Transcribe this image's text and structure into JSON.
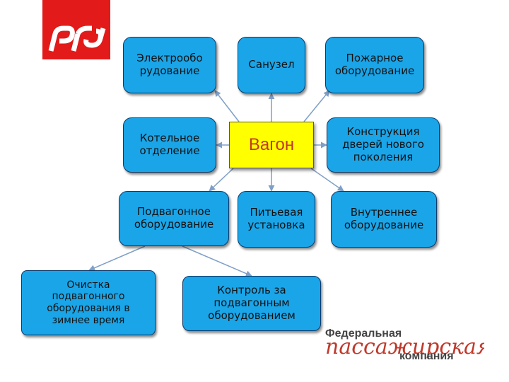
{
  "logos": {
    "rzd": "РЖД",
    "fpc_top": "Федеральная",
    "fpc_script": "пассажирская",
    "fpc_bottom": "компания"
  },
  "colors": {
    "node_fill": "#1aa5e8",
    "node_border": "#0a3a6a",
    "center_fill": "#ffff00",
    "center_text": "#c0392b",
    "connector": "#7f9fc7",
    "logo_red": "#e21a1a",
    "script_red": "#c0392b"
  },
  "diagram": {
    "center": "Вагон",
    "nodes": [
      {
        "id": "electro",
        "label": "Электрообо\nрудование"
      },
      {
        "id": "sanuzel",
        "label": "Санузел"
      },
      {
        "id": "fire",
        "label": "Пожарное\nоборудование"
      },
      {
        "id": "boiler",
        "label": "Котельное\nотделение"
      },
      {
        "id": "doors",
        "label": "Конструкция\nдверей нового\nпоколения"
      },
      {
        "id": "undercar",
        "label": "Подвагонное\nоборудование"
      },
      {
        "id": "water",
        "label": "Питьевая\nустановка"
      },
      {
        "id": "interior",
        "label": "Внутреннее\nоборудование"
      },
      {
        "id": "winter",
        "label": "Очистка\nподвагонного\nоборудования в\nзимнее время"
      },
      {
        "id": "control",
        "label": "Контроль за\nподвагонным\nоборудованием"
      }
    ],
    "edges": [
      [
        "center",
        "electro"
      ],
      [
        "center",
        "sanuzel"
      ],
      [
        "center",
        "fire"
      ],
      [
        "center",
        "boiler"
      ],
      [
        "center",
        "doors"
      ],
      [
        "center",
        "undercar"
      ],
      [
        "center",
        "water"
      ],
      [
        "center",
        "interior"
      ],
      [
        "undercar",
        "winter"
      ],
      [
        "undercar",
        "control"
      ]
    ]
  }
}
